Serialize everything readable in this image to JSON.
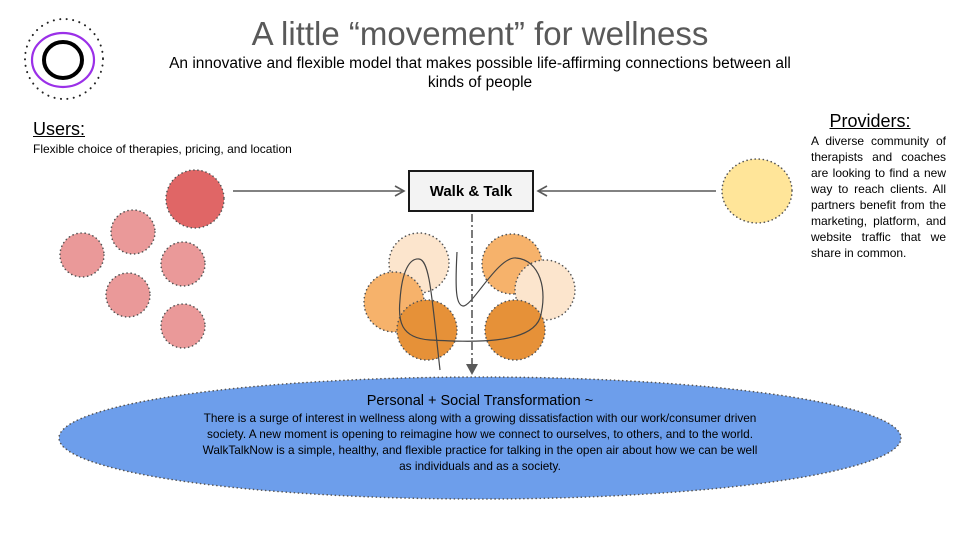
{
  "header": {
    "title": "A little “movement” for wellness",
    "subtitle": "An innovative and flexible model that makes possible life-affirming connections between all kinds of people"
  },
  "logo": {
    "icon": "concentric-rings-logo-icon",
    "colors": {
      "outer_dots": "#222222",
      "middle_ring": "#9b30e8",
      "inner_ring": "#000000"
    }
  },
  "users": {
    "heading": "Users:",
    "description": "Flexible choice of therapies, pricing, and location",
    "colors": {
      "primary": "#e06666",
      "secondary": "#ea9999"
    }
  },
  "providers": {
    "heading": "Providers:",
    "description": "A diverse community of therapists and coaches are looking to find a new way to reach clients. All partners benefit from the marketing, platform, and website traffic that we share in common.",
    "color": "#ffe599"
  },
  "hub": {
    "label": "Walk & Talk"
  },
  "sessions": {
    "colors": {
      "light": "#fce5cd",
      "medium": "#f6b26b",
      "dark": "#e69138"
    }
  },
  "transformation": {
    "heading": "Personal + Social Transformation ~",
    "body": "There is a surge of interest in wellness along with a growing dissatisfaction with our work/consumer driven society. A new moment is opening to reimagine how we connect to ourselves, to others, and to the world. WalkTalkNow is a simple, healthy, and flexible practice for talking in the open air about how we can be well as individuals and as a society.",
    "color": "#6d9eeb"
  }
}
